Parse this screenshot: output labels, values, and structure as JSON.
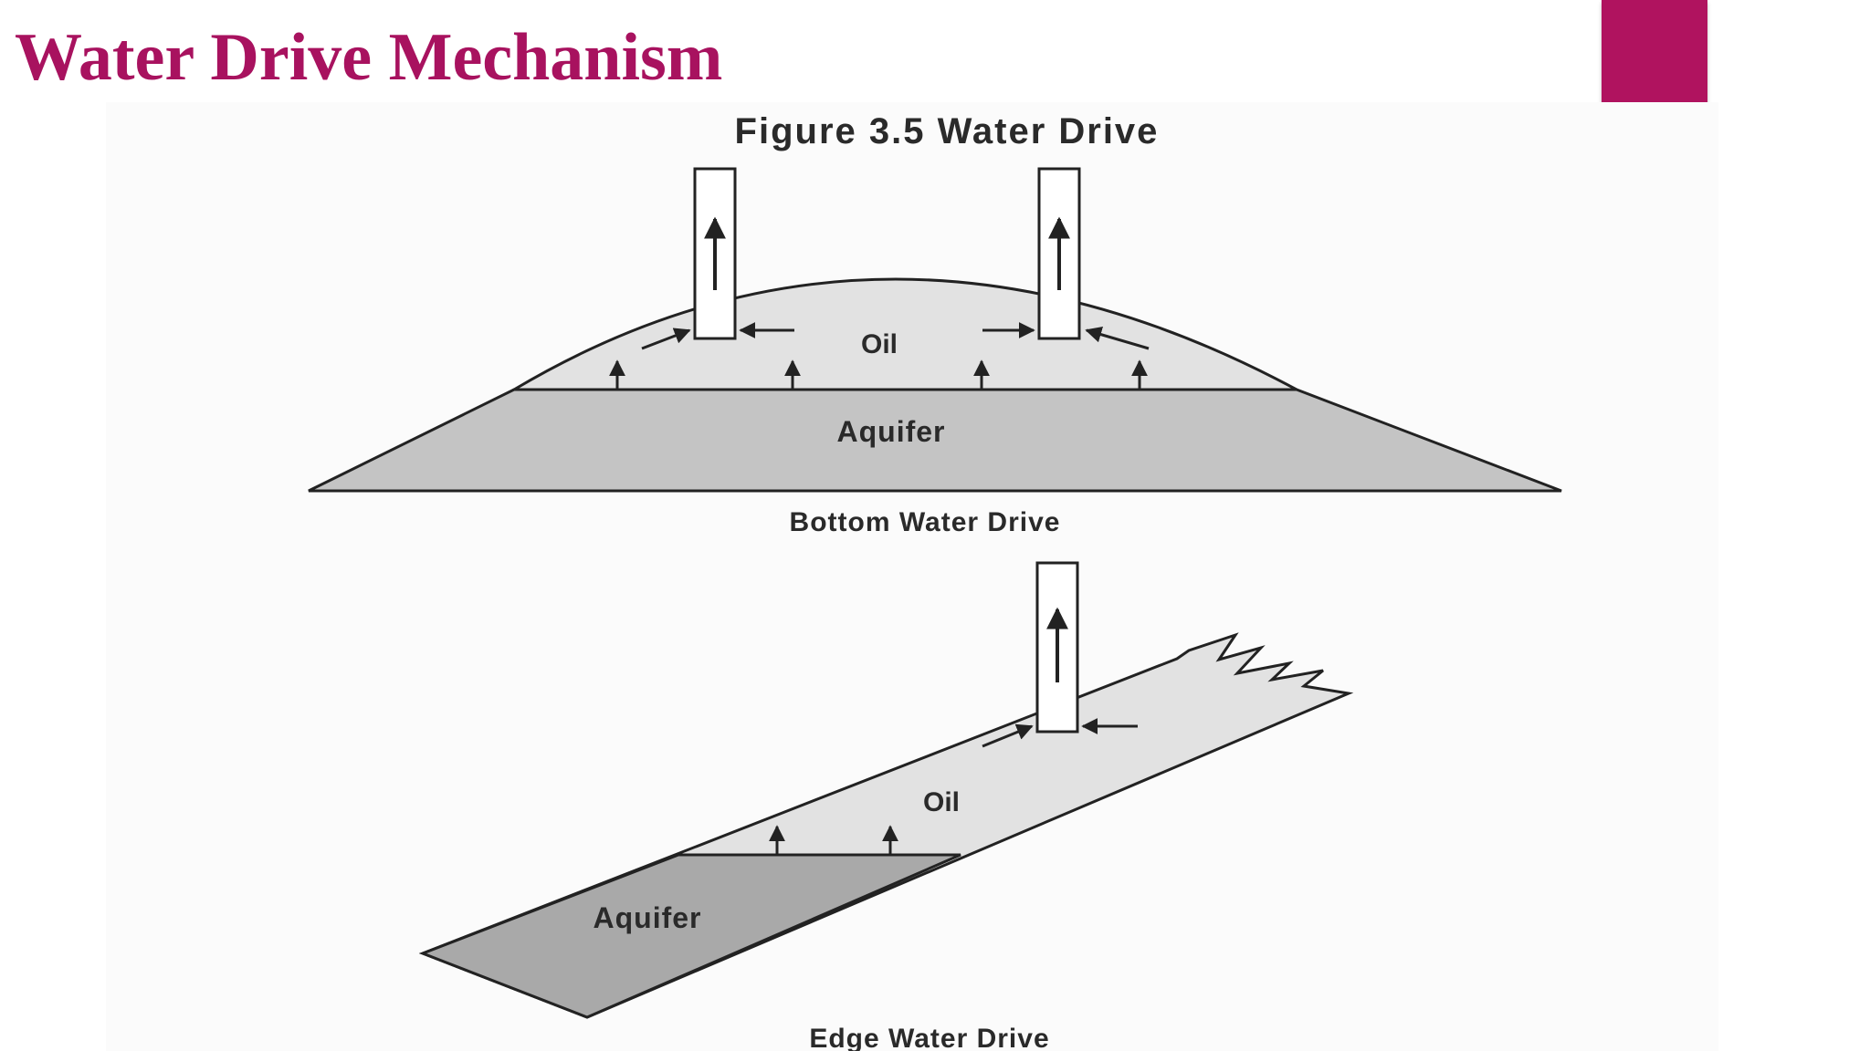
{
  "slide": {
    "title": "Water Drive Mechanism",
    "title_color": "#a8125f",
    "accent_color": "#b0135f"
  },
  "figure": {
    "caption": "Figure 3.5   Water Drive",
    "bottom_drive": {
      "oil_label": "Oil",
      "aquifer_label": "Aquifer",
      "caption": "Bottom Water Drive"
    },
    "edge_drive": {
      "oil_label": "Oil",
      "aquifer_label": "Aquifer",
      "caption": "Edge Water Drive"
    },
    "colors": {
      "oil_fill": "#e2e2e2",
      "aquifer_fill_bottom": "#c4c4c4",
      "aquifer_fill_edge": "#a9a9a9",
      "line": "#222222",
      "well_fill": "#ffffff"
    }
  }
}
